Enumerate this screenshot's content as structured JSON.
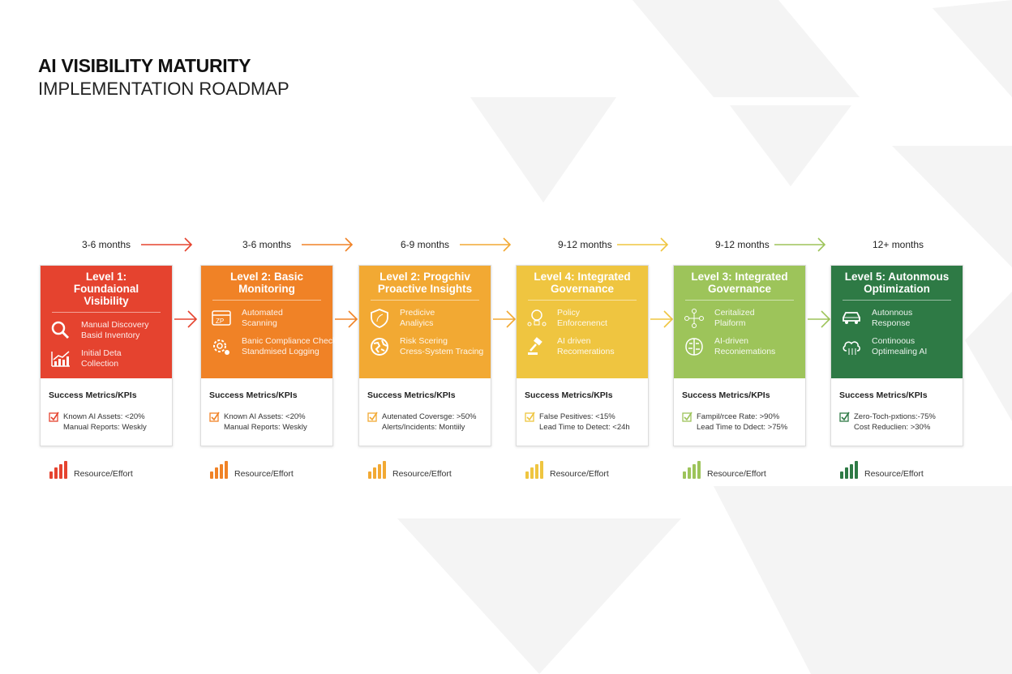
{
  "title": {
    "line1": "AI VISIBILITY MATURITY",
    "line2": "IMPLEMENTATION ROADMAP"
  },
  "levels": [
    {
      "duration": "3-6 months",
      "color": "#e5432f",
      "title": "Level 1: Foundaional Visibility",
      "features": [
        {
          "icon": "magnifier-icon",
          "text": [
            "Manual Discovery",
            "Basid Inventory"
          ]
        },
        {
          "icon": "chart-icon",
          "text": [
            "Initial Deta",
            "Collection"
          ]
        }
      ],
      "kpi_title": "Success Metrics/KPIs",
      "kpis": [
        "Known AI Assets: <20%",
        "Manual Reports: Weskly"
      ],
      "resource_label": "Resource/Effort"
    },
    {
      "duration": "3-6 months",
      "color": "#f08226",
      "title": "Level 2: Basic Monitoring",
      "features": [
        {
          "icon": "browser-window-icon",
          "text": [
            "Automated",
            "Scanning"
          ]
        },
        {
          "icon": "gears-icon",
          "text": [
            "Banic Compliance Checks",
            "Standmised Logging"
          ]
        }
      ],
      "kpi_title": "Success Metrics/KPIs",
      "kpis": [
        "Known AI Assets: <20%",
        "Manual Reports: Weskly"
      ],
      "resource_label": "Resource/Effort"
    },
    {
      "duration": "6-9 months",
      "color": "#f2a933",
      "title": "Level 2: Progchiv Proactive Insights",
      "features": [
        {
          "icon": "shield-icon",
          "text": [
            "Predicive",
            "Analiyics"
          ]
        },
        {
          "icon": "globe-icon",
          "text": [
            "Risk Scering",
            "Cress-System Tracing"
          ]
        }
      ],
      "kpi_title": "Success Metrics/KPIs",
      "kpis": [
        "Autenated Coversge: >50%",
        "Alerts/Incidents: Montiily"
      ],
      "resource_label": "Resource/Effort"
    },
    {
      "duration": "9-12 months",
      "color": "#efc540",
      "title": "Level 4: Integrated Governance",
      "features": [
        {
          "icon": "lightbulb-icon",
          "text": [
            "Policy",
            "Enforcenenct"
          ]
        },
        {
          "icon": "gavel-icon",
          "text": [
            "AI driven",
            "Recomerations"
          ]
        }
      ],
      "kpi_title": "Success Metrics/KPIs",
      "kpis": [
        "False Pesitives: <15%",
        "Lead Time to Detect: <24h"
      ],
      "resource_label": "Resource/Effort"
    },
    {
      "duration": "9-12 months",
      "color": "#9dc45a",
      "title": "Level 3: Integrated Governance",
      "features": [
        {
          "icon": "network-icon",
          "text": [
            "Ceritalized",
            "Plaiform"
          ]
        },
        {
          "icon": "brain-icon",
          "text": [
            "AI-driven",
            "Reconiemations"
          ]
        }
      ],
      "kpi_title": "Success Metrics/KPIs",
      "kpis": [
        "Fampil/rcee Rate: >90%",
        "Lead Time to Ddect: >75%"
      ],
      "resource_label": "Resource/Effort"
    },
    {
      "duration": "12+ months",
      "color": "#2e7a45",
      "title": "Level 5: Autonmous Optimization",
      "features": [
        {
          "icon": "car-icon",
          "text": [
            "Autonnous",
            "Response"
          ]
        },
        {
          "icon": "cloud-icon",
          "text": [
            "Continoous",
            "Optimealing AI"
          ]
        }
      ],
      "kpi_title": "Success Metrics/KPIs",
      "kpis": [
        "Zero-Toch-pxtions:-75%",
        "Cost Reduclien: >30%"
      ],
      "resource_label": "Resource/Effort"
    }
  ]
}
